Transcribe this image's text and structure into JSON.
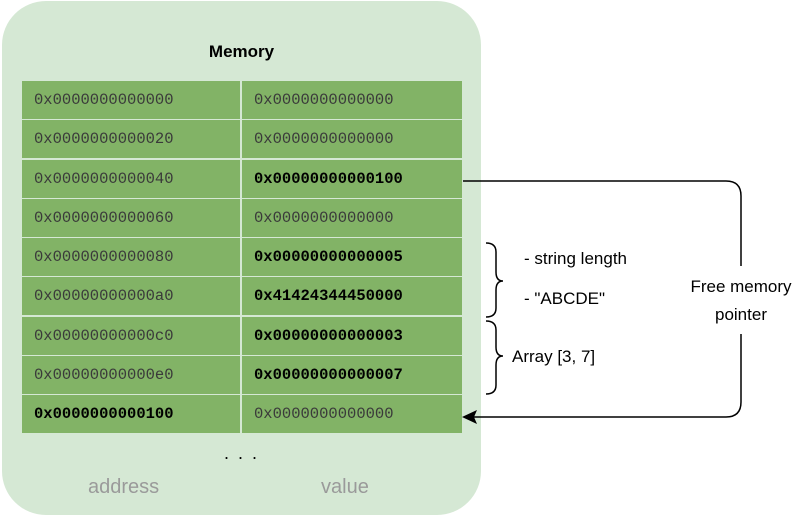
{
  "title": "Memory",
  "rows": [
    {
      "address": "0x0000000000000",
      "value": "0x0000000000000",
      "address_bold": false,
      "value_bold": false
    },
    {
      "address": "0x0000000000020",
      "value": "0x0000000000000",
      "address_bold": false,
      "value_bold": false
    },
    {
      "address": "0x0000000000040",
      "value": "0x00000000000100",
      "address_bold": false,
      "value_bold": true
    },
    {
      "address": "0x0000000000060",
      "value": "0x0000000000000",
      "address_bold": false,
      "value_bold": false
    },
    {
      "address": "0x0000000000080",
      "value": "0x00000000000005",
      "address_bold": false,
      "value_bold": true
    },
    {
      "address": "0x00000000000a0",
      "value": "0x41424344450000",
      "address_bold": false,
      "value_bold": true
    },
    {
      "address": "0x00000000000c0",
      "value": "0x00000000000003",
      "address_bold": false,
      "value_bold": true
    },
    {
      "address": "0x00000000000e0",
      "value": "0x00000000000007",
      "address_bold": false,
      "value_bold": true
    },
    {
      "address": "0x0000000000100",
      "value": "0x0000000000000",
      "address_bold": true,
      "value_bold": false
    }
  ],
  "ellipsis": ". . .",
  "column_labels": {
    "address": "address",
    "value": "value"
  },
  "annotations": {
    "string_length": "- string length",
    "string_value": "- \"ABCDE\"",
    "array": "Array  [3, 7]",
    "free_pointer_line1": "Free memory",
    "free_pointer_line2": "pointer"
  },
  "colors": {
    "panel": "#d5e8d4",
    "cell": "#82b366",
    "label_gray": "#9a9a9a"
  }
}
